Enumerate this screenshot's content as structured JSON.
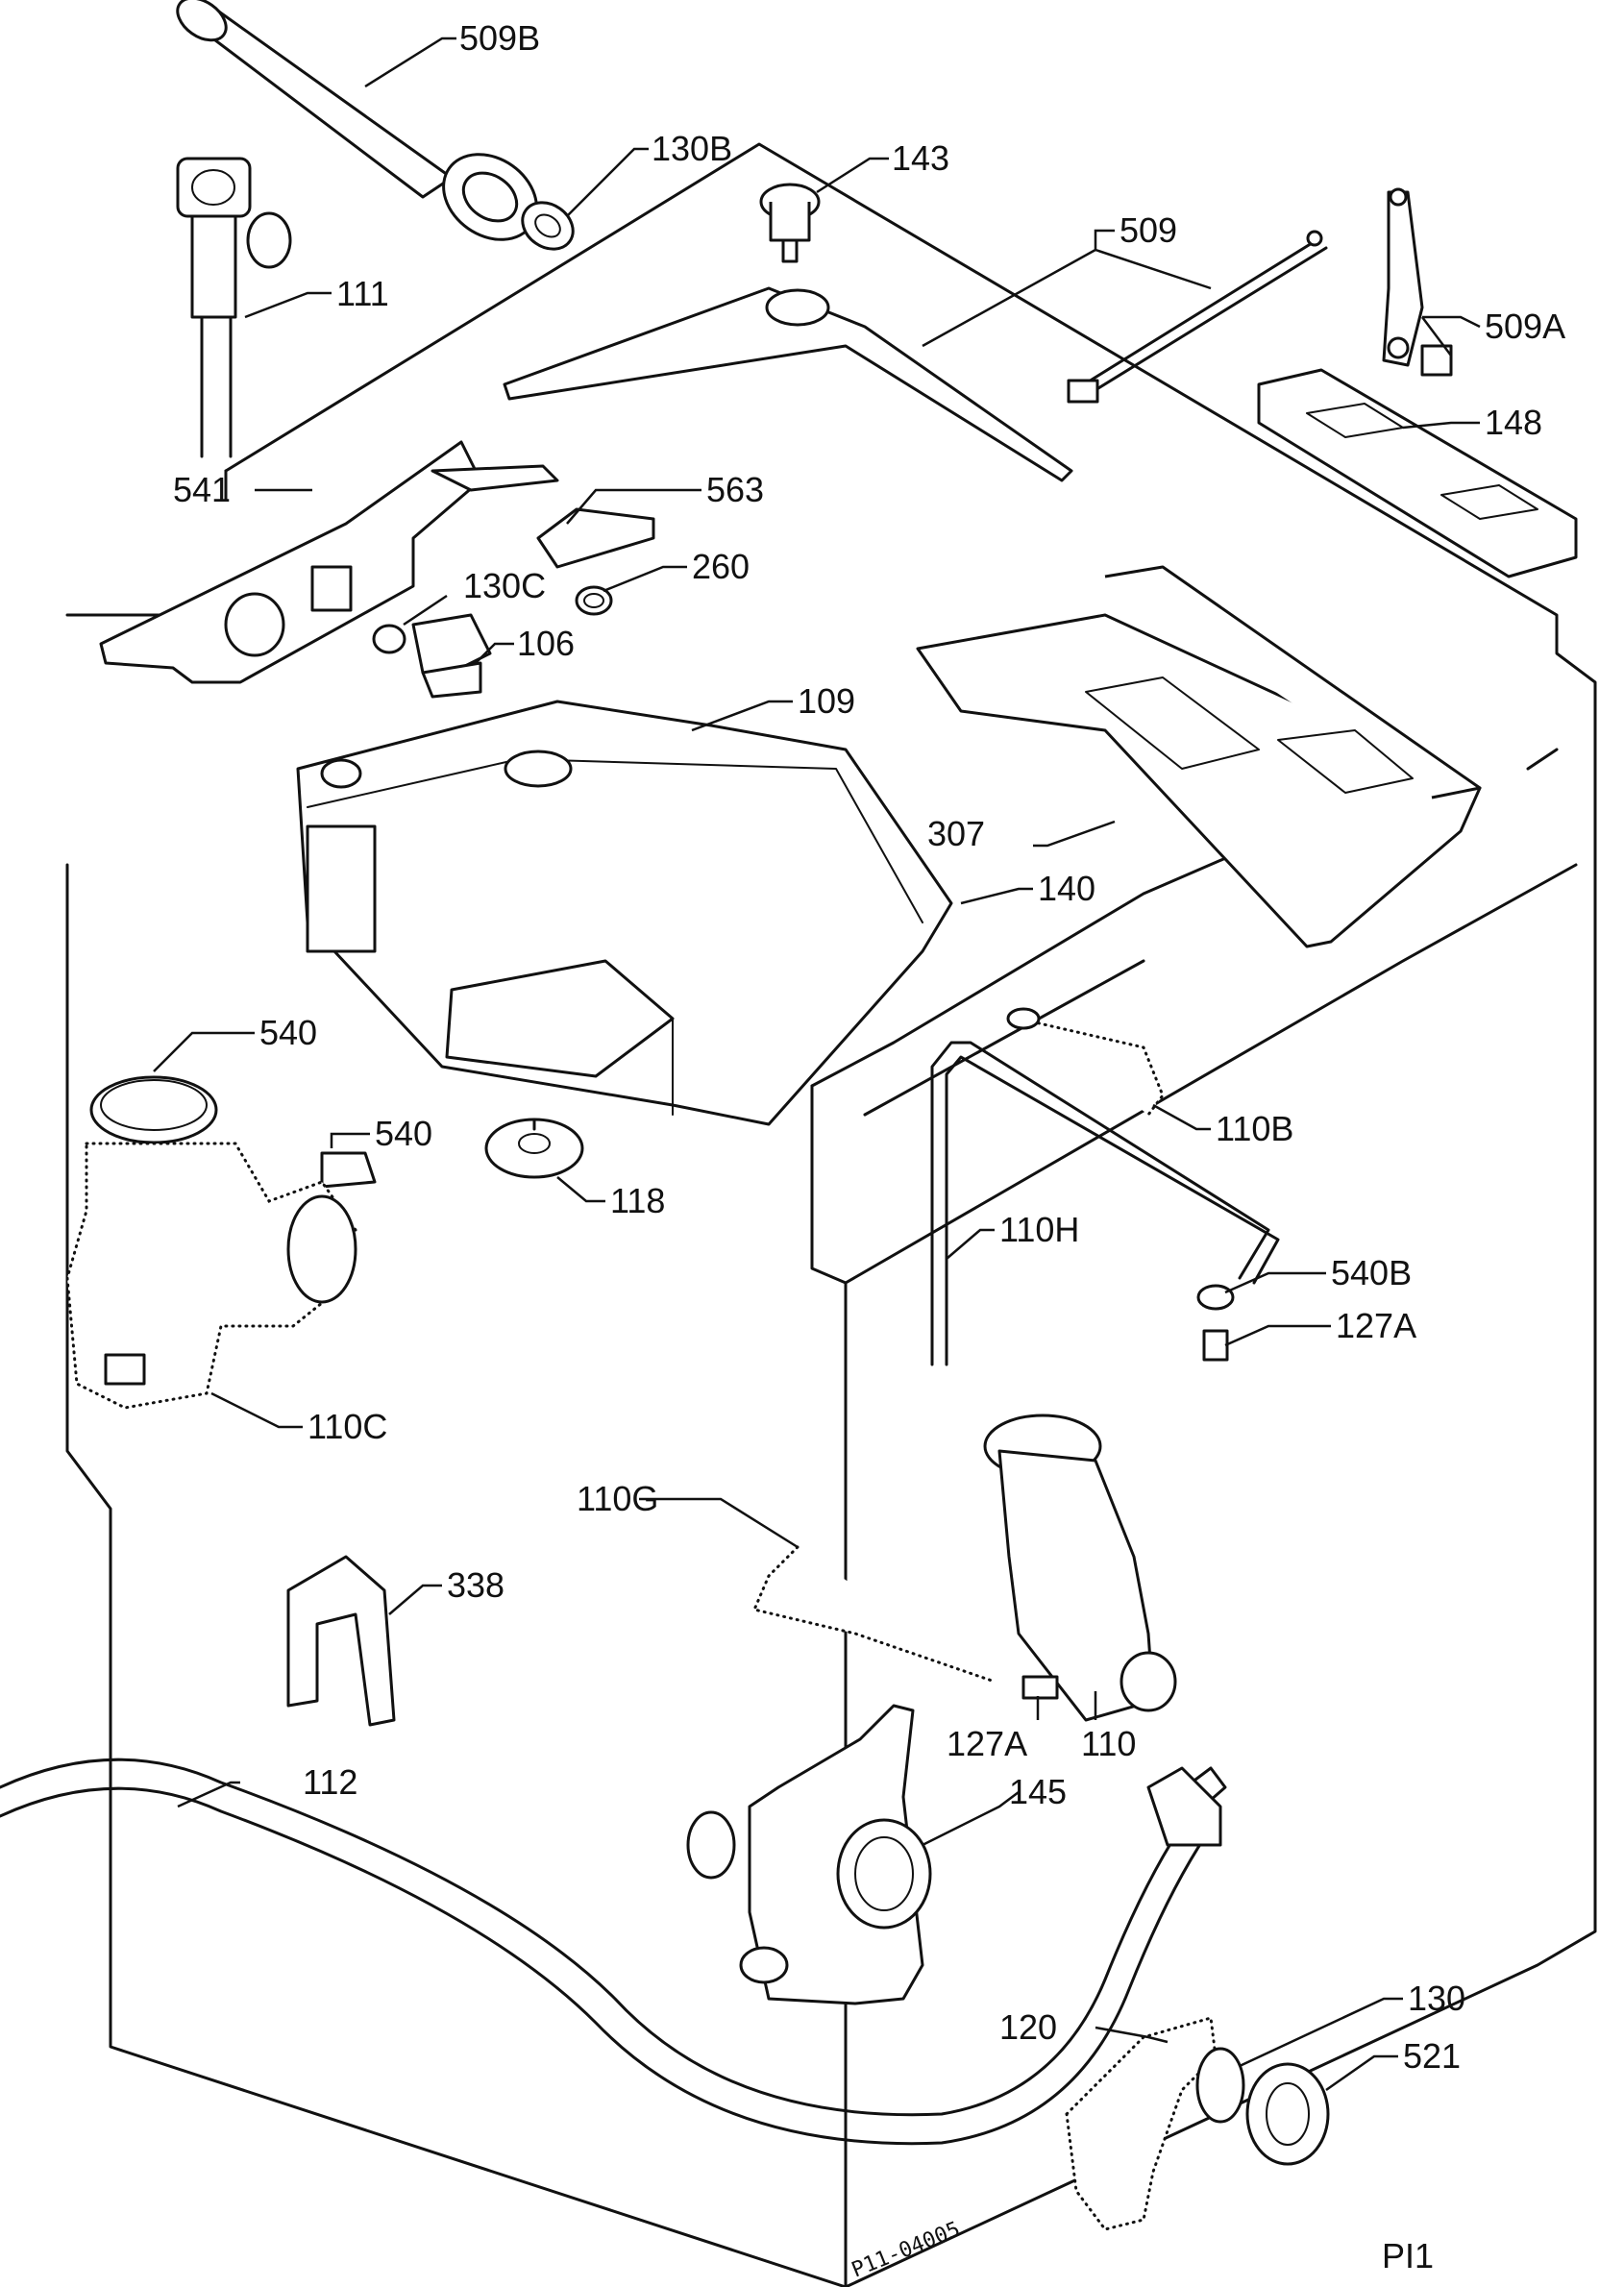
{
  "labels": {
    "p509b": "509B",
    "p130b": "130B",
    "p143": "143",
    "p509": "509",
    "p111": "111",
    "p509a": "509A",
    "p148": "148",
    "p541": "541",
    "p563": "563",
    "p260": "260",
    "p130c": "130C",
    "p106": "106",
    "p109": "109",
    "p307": "307",
    "p140": "140",
    "p540_top": "540",
    "p540_mid": "540",
    "p110b": "110B",
    "p118": "118",
    "p110h": "110H",
    "p540b": "540B",
    "p127a_right": "127A",
    "p110c": "110C",
    "p110g": "110G",
    "p338": "338",
    "p127a_low": "127A",
    "p110": "110",
    "p112": "112",
    "p145": "145",
    "p130": "130",
    "p120": "120",
    "p521": "521"
  },
  "drawing_code": "P11-04005",
  "page_code": "PI1"
}
